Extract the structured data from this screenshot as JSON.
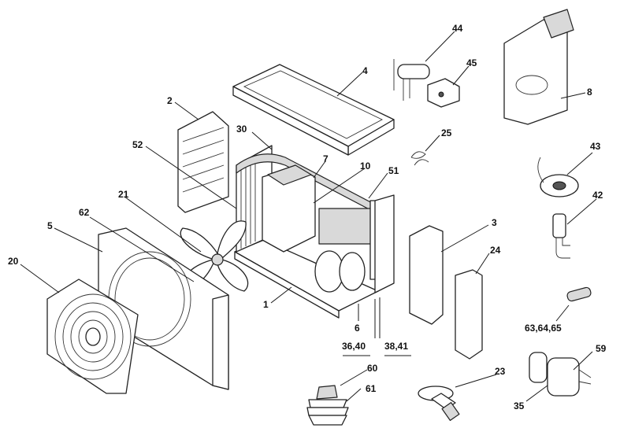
{
  "callouts": [
    {
      "id": "2",
      "label": "2"
    },
    {
      "id": "4",
      "label": "4"
    },
    {
      "id": "44",
      "label": "44"
    },
    {
      "id": "45",
      "label": "45"
    },
    {
      "id": "8",
      "label": "8"
    },
    {
      "id": "52",
      "label": "52"
    },
    {
      "id": "30",
      "label": "30"
    },
    {
      "id": "25",
      "label": "25"
    },
    {
      "id": "7",
      "label": "7"
    },
    {
      "id": "10",
      "label": "10"
    },
    {
      "id": "51",
      "label": "51"
    },
    {
      "id": "43",
      "label": "43"
    },
    {
      "id": "21",
      "label": "21"
    },
    {
      "id": "62",
      "label": "62"
    },
    {
      "id": "5",
      "label": "5"
    },
    {
      "id": "3",
      "label": "3"
    },
    {
      "id": "42",
      "label": "42"
    },
    {
      "id": "20",
      "label": "20"
    },
    {
      "id": "24",
      "label": "24"
    },
    {
      "id": "1",
      "label": "1"
    },
    {
      "id": "6",
      "label": "6"
    },
    {
      "id": "36_40",
      "label": "36,40"
    },
    {
      "id": "38_41",
      "label": "38,41"
    },
    {
      "id": "63_64_65",
      "label": "63,64,65"
    },
    {
      "id": "59",
      "label": "59"
    },
    {
      "id": "60",
      "label": "60"
    },
    {
      "id": "23",
      "label": "23"
    },
    {
      "id": "61",
      "label": "61"
    },
    {
      "id": "35",
      "label": "35"
    }
  ],
  "colors": {
    "line": "#222222",
    "fill": "#ffffff",
    "shade": "#d9d9d9"
  }
}
